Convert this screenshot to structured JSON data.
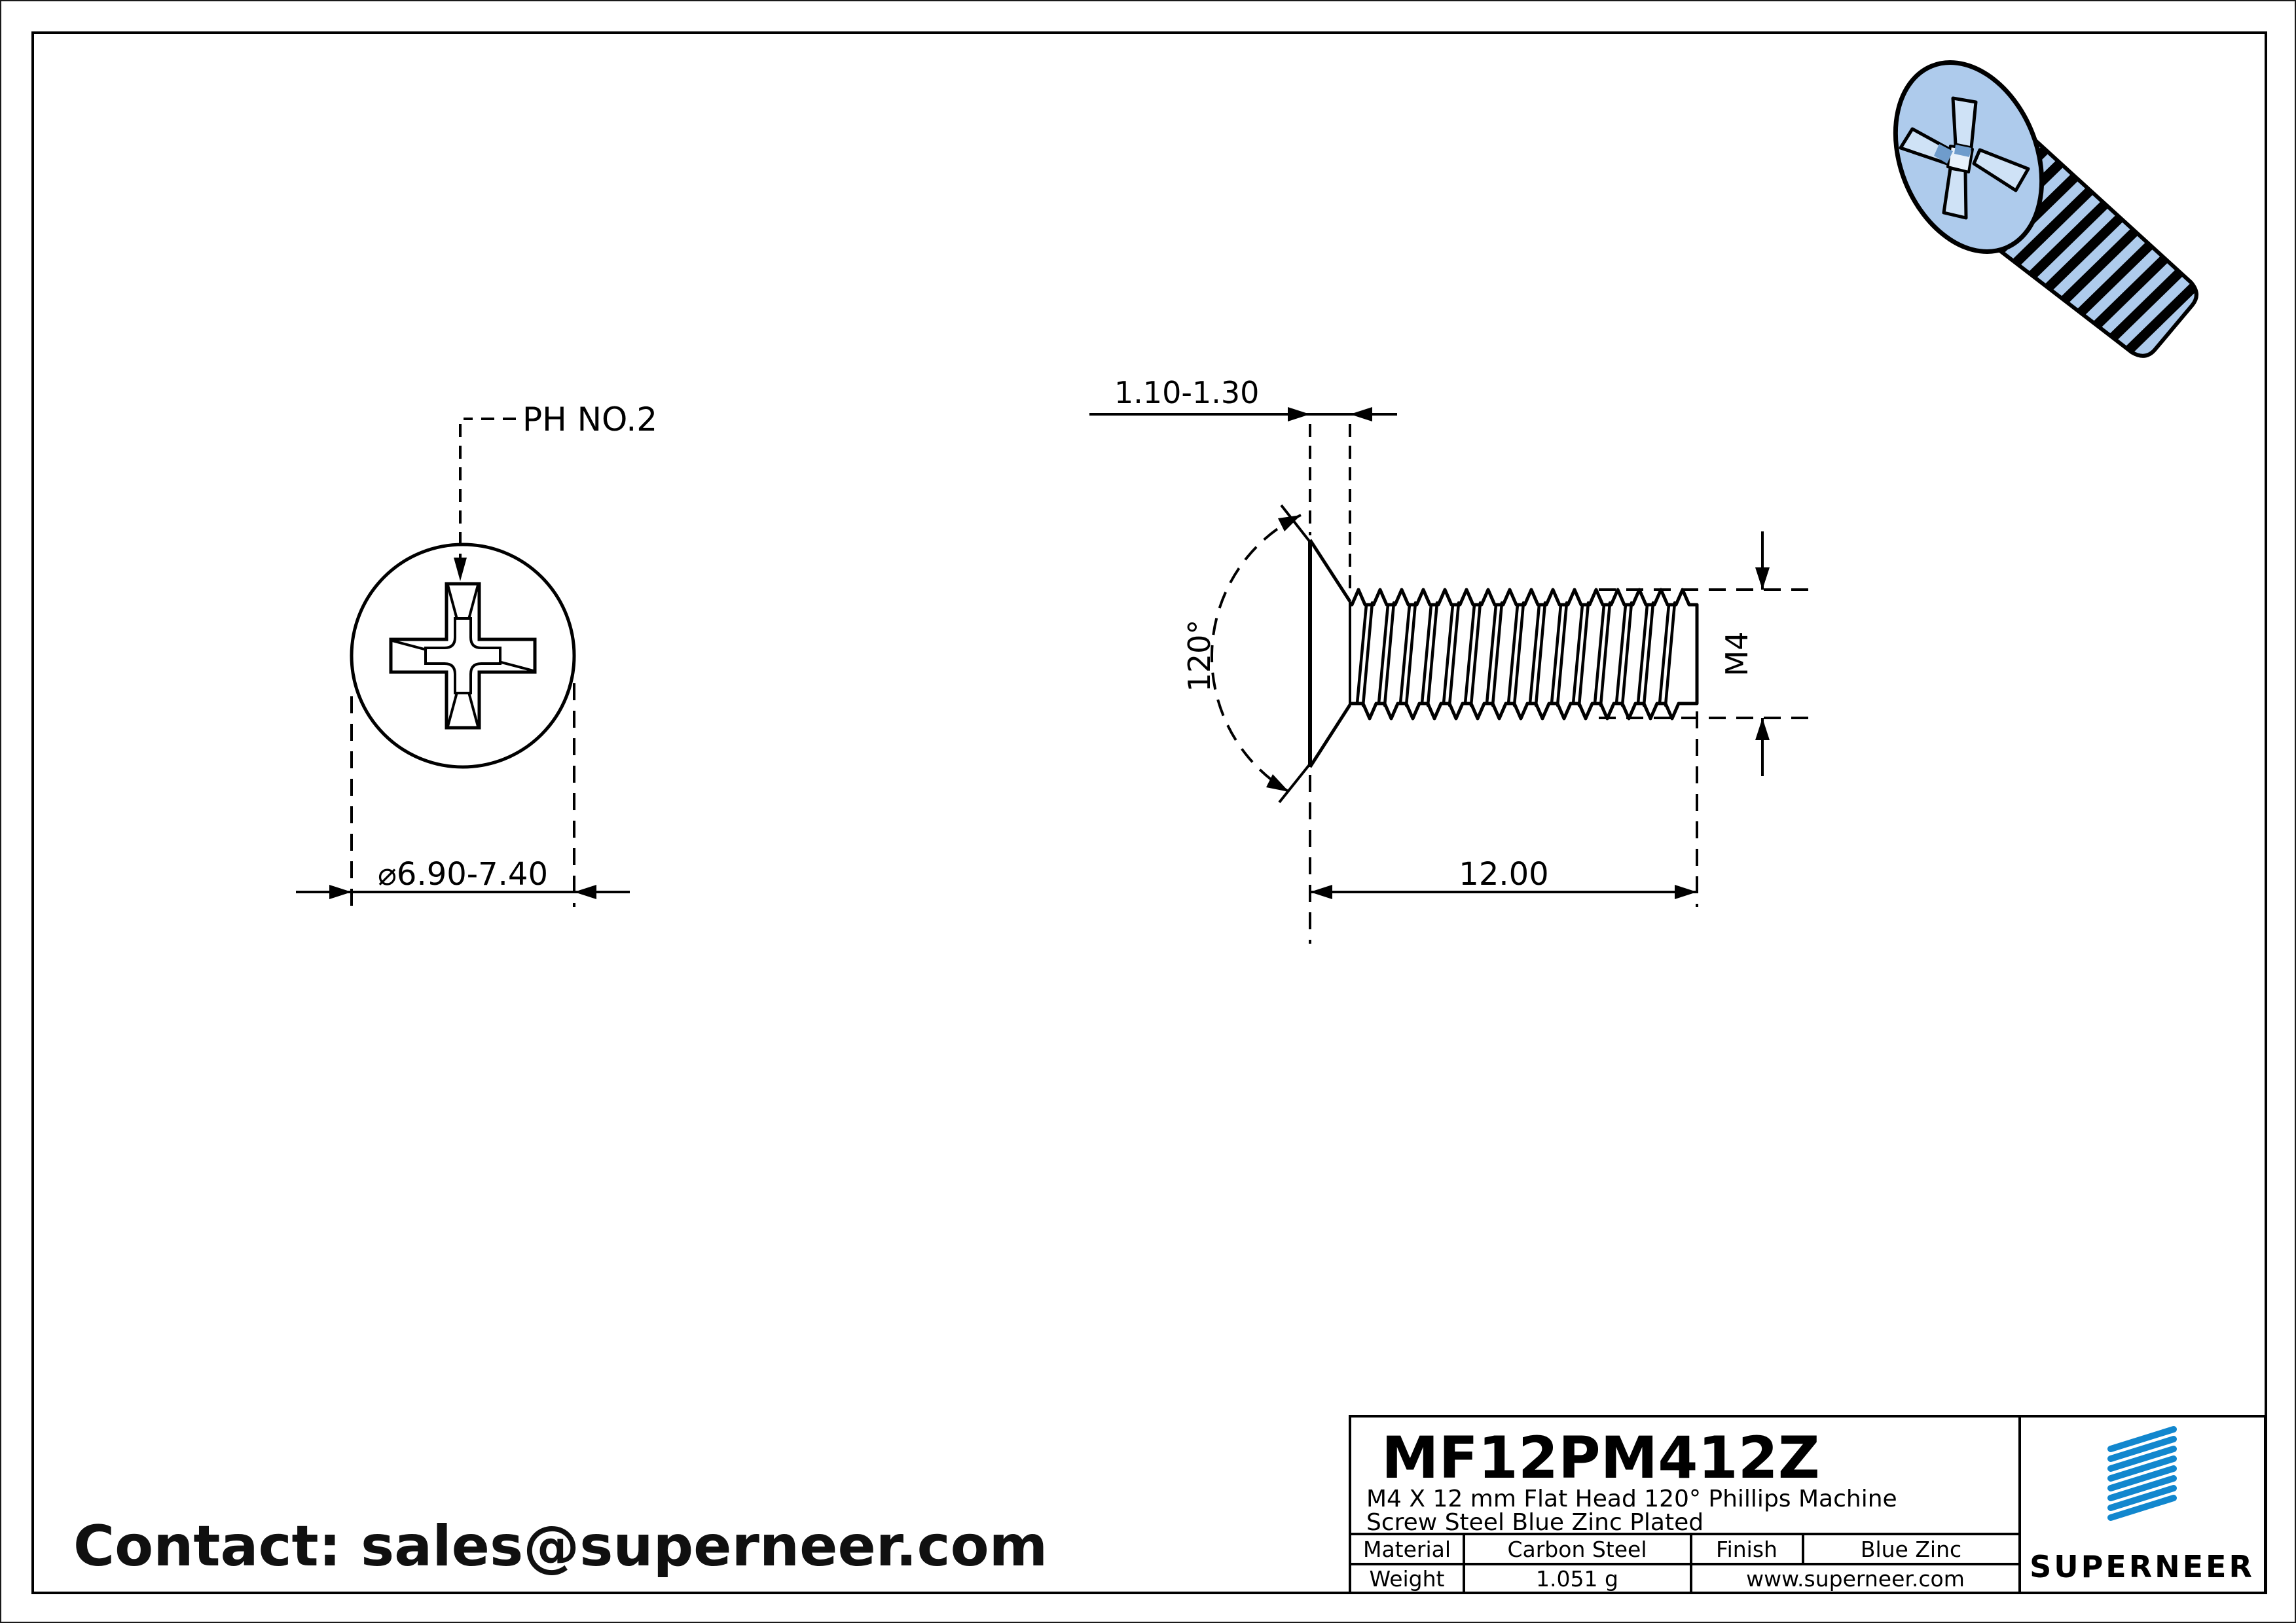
{
  "top_view": {
    "callout_label": "PH NO.2",
    "diameter_dim": "⌀6.90-7.40"
  },
  "side_view": {
    "head_thickness_dim": "1.10-1.30",
    "angle_dim": "120°",
    "thread_dim": "M4",
    "length_dim": "12.00"
  },
  "render": {
    "screw_color": "#aecbec",
    "recess_color": "#cfe2f6"
  },
  "title_block": {
    "part_number": "MF12PM412Z",
    "description_line1": "M4 X 12 mm  Flat Head 120° Phillips Machine",
    "description_line2": "Screw Steel Blue Zinc Plated",
    "material_label": "Material",
    "material_value": "Carbon Steel",
    "finish_label": "Finish",
    "finish_value": "Blue Zinc",
    "weight_label": "Weight",
    "weight_value": "1.051 g",
    "website": "www.superneer.com",
    "brand": "SUPERNEER",
    "brand_color": "#1287ce",
    "link_color": "#1e88d8"
  },
  "footer": {
    "contact": "Contact: sales@superneer.com"
  }
}
